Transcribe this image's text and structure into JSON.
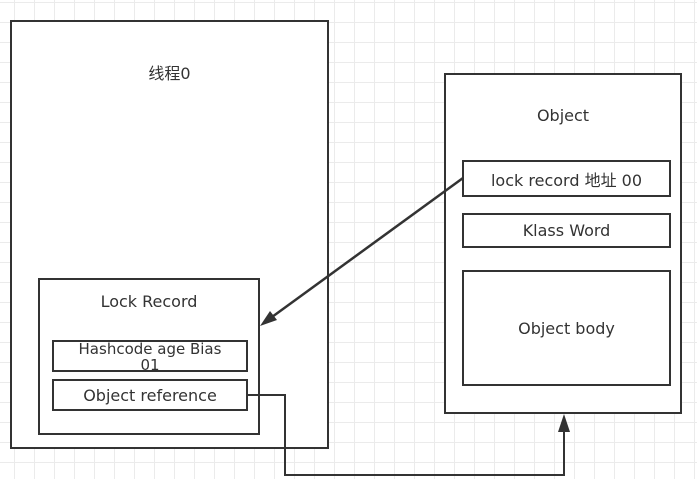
{
  "diagram": {
    "thread": {
      "title": "线程0"
    },
    "lock_record": {
      "title": "Lock Record",
      "cells": [
        {
          "label": "Hashcode age Bias 01"
        },
        {
          "label": "Object reference"
        }
      ]
    },
    "object": {
      "title": "Object",
      "cells": [
        {
          "label": "lock record 地址 00"
        },
        {
          "label": "Klass Word"
        },
        {
          "label": "Object body"
        }
      ]
    },
    "connectors": [
      {
        "from": "lock record 地址 00",
        "to": "Lock Record",
        "style": "arrow"
      },
      {
        "from": "Object reference",
        "to": "Object",
        "style": "orthogonal-arrow"
      }
    ],
    "colors": {
      "stroke": "#333333",
      "grid": "#ebebeb",
      "background": "#ffffff"
    }
  }
}
